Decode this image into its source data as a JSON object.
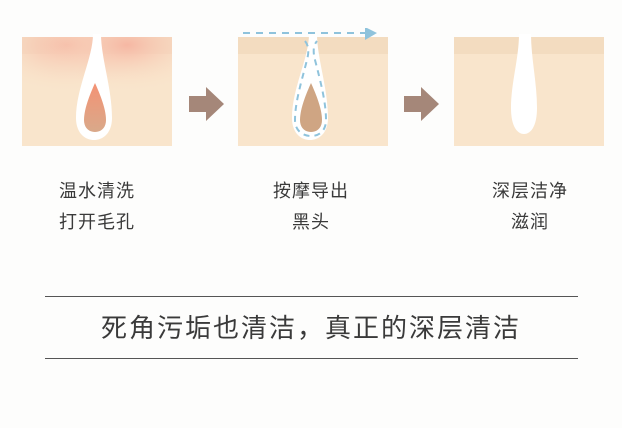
{
  "steps": [
    {
      "line1": "温水清洗",
      "line2": "打开毛孔"
    },
    {
      "line1": "按摩导出",
      "line2": "黑头"
    },
    {
      "line1": "深层洁净",
      "line2": "滋润"
    }
  ],
  "slogan": "死角污垢也清洁，真正的深层清洁",
  "colors": {
    "skin": "#f9e5cc",
    "skin_top": "#f3dcc0",
    "arrow": "#a58779",
    "dash": "#8fc3dc",
    "blackhead": "#cfa583"
  }
}
